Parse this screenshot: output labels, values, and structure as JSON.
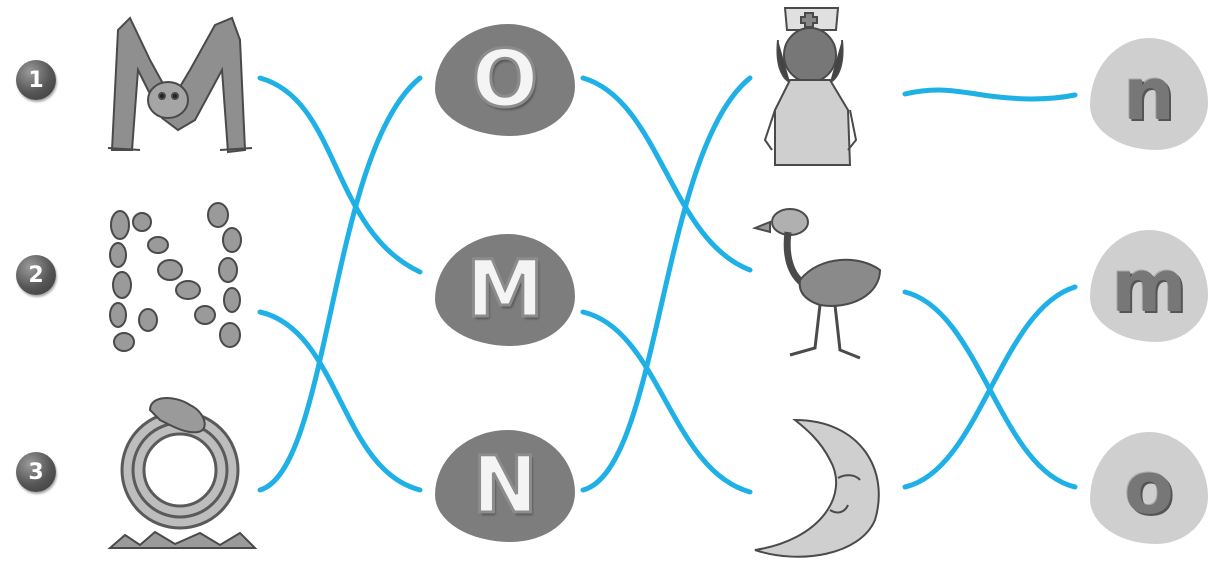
{
  "numbers": [
    "1",
    "2",
    "3"
  ],
  "uppercase_letters": [
    "O",
    "M",
    "N"
  ],
  "lowercase_letters": [
    "n",
    "m",
    "o"
  ],
  "pictures": [
    {
      "name": "gorilla-letter-m",
      "icon": "gorilla-m-icon"
    },
    {
      "name": "stones-letter-n",
      "icon": "stones-n-icon"
    },
    {
      "name": "snake-letter-o",
      "icon": "snake-o-icon"
    },
    {
      "name": "nurse",
      "icon": "nurse-icon"
    },
    {
      "name": "ostrich",
      "icon": "ostrich-icon"
    },
    {
      "name": "moon",
      "icon": "moon-icon"
    }
  ],
  "line_color": "#1fb0e6"
}
